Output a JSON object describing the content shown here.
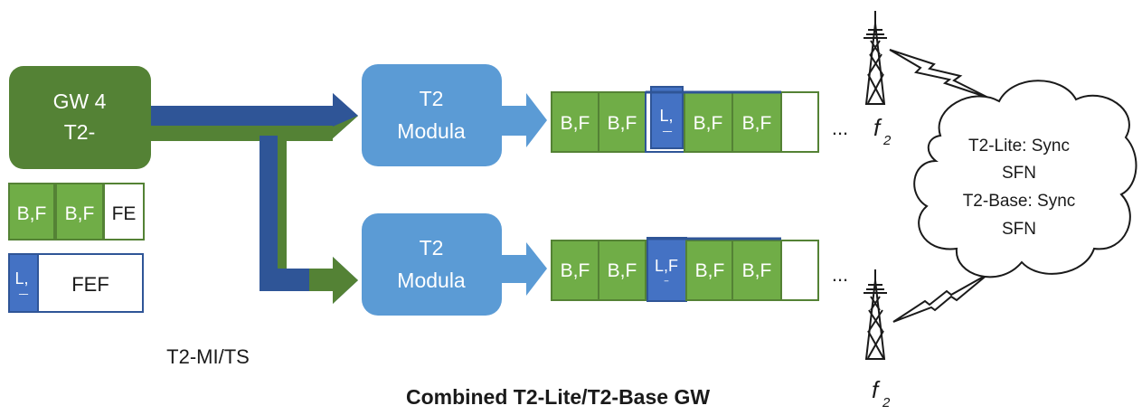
{
  "gateway": {
    "line1": "GW 4",
    "line2": "T2-"
  },
  "legend": {
    "frame_cells": [
      "B,F",
      "B,F"
    ],
    "frame_fe": "FE",
    "lite_cell_top": "L,",
    "lite_cell_bottom": "‾‾",
    "fef_label": "FEF",
    "interface_label": "T2-MI/TS"
  },
  "modulators": [
    {
      "line1": "T2",
      "line2": "Modula"
    },
    {
      "line1": "T2",
      "line2": "Modula"
    }
  ],
  "frame_rows": [
    {
      "cells_before": [
        "B,F",
        "B,F"
      ],
      "lite_top": "L,",
      "lite_bottom": "‾‾",
      "cells_after": [
        "B,F",
        "B,F"
      ],
      "ellipsis": "...",
      "freq_label": "f",
      "freq_sub": "2"
    },
    {
      "cells_before": [
        "B,F",
        "B,F"
      ],
      "lite_top": "L,F",
      "lite_bottom": "‾",
      "cells_after": [
        "B,F",
        "B,F"
      ],
      "ellipsis": "..."
    }
  ],
  "lower_tower": {
    "freq_label": "f",
    "freq_sub": "2"
  },
  "cloud": {
    "line1": "T2-Lite: Sync",
    "line2": "SFN",
    "line3": "T2-Base: Sync",
    "line4": "SFN"
  },
  "caption": "Combined T2-Lite/T2-Base GW",
  "colors": {
    "gateway_green": "#548235",
    "frame_green": "#70ad47",
    "modulator_blue": "#5b9bd5",
    "lite_blue": "#4472c4",
    "arrow_blue": "#2f5597",
    "arrow_green": "#548235"
  }
}
